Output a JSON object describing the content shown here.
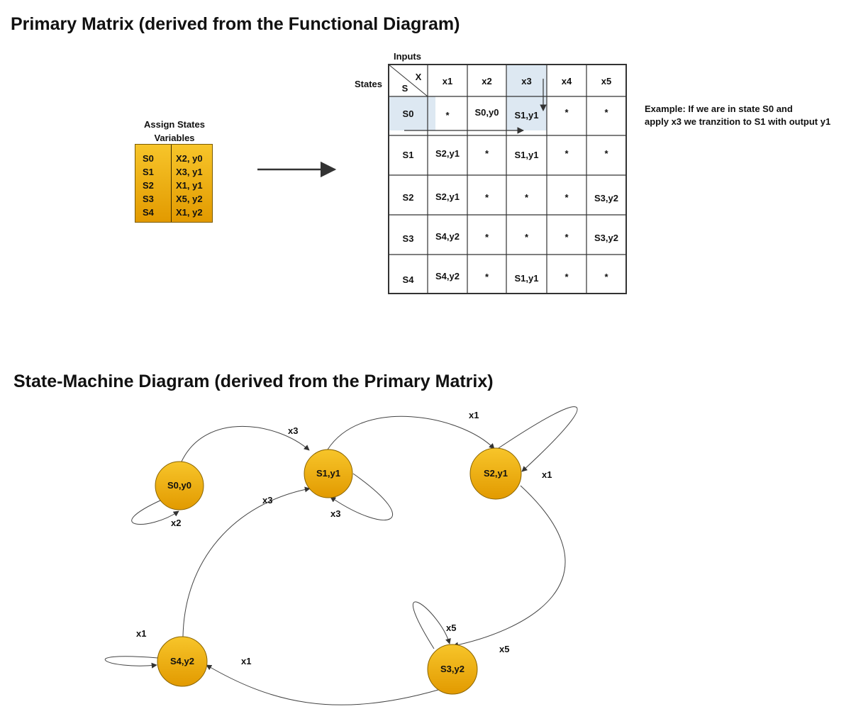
{
  "titles": {
    "primary": "Primary Matrix (derived from the Functional Diagram)",
    "state_machine": "State-Machine Diagram (derived from the Primary Matrix)"
  },
  "assign": {
    "title_line1": "Assign States",
    "title_line2": "Variables",
    "rows": [
      {
        "state": "S0",
        "value": "X2, y0"
      },
      {
        "state": "S1",
        "value": "X3, y1"
      },
      {
        "state": "S2",
        "value": "X1, y1"
      },
      {
        "state": "S3",
        "value": "X5, y2"
      },
      {
        "state": "S4",
        "value": "X1, y2"
      }
    ],
    "fill_top": "#f7c52a",
    "fill_bottom": "#e29a00"
  },
  "matrix": {
    "inputs_label": "Inputs",
    "states_label": "States",
    "corner_x": "X",
    "corner_s": "S",
    "columns": [
      "x1",
      "x2",
      "x3",
      "x4",
      "x5"
    ],
    "rows": [
      {
        "state": "S0",
        "cells": [
          "*",
          "S0,y0",
          "S1,y1",
          "*",
          "*"
        ]
      },
      {
        "state": "S1",
        "cells": [
          "S2,y1",
          "*",
          "S1,y1",
          "*",
          "*"
        ]
      },
      {
        "state": "S2",
        "cells": [
          "S2,y1",
          "*",
          "*",
          "*",
          "S3,y2"
        ]
      },
      {
        "state": "S3",
        "cells": [
          "S4,y2",
          "*",
          "*",
          "*",
          "S3,y2"
        ]
      },
      {
        "state": "S4",
        "cells": [
          "S4,y2",
          "*",
          "S1,y1",
          "*",
          "*"
        ]
      }
    ],
    "highlight_color": "#dde8f2"
  },
  "example": {
    "line1": "Example: If we are in state S0 and",
    "line2": "apply x3 we tranzition to S1 with output y1"
  },
  "state_machine": {
    "node_fill_top": "#f7c52a",
    "node_fill_bottom": "#e29a00",
    "nodes": [
      {
        "id": "s0",
        "label": "S0,y0"
      },
      {
        "id": "s1",
        "label": "S1,y1"
      },
      {
        "id": "s2",
        "label": "S2,y1"
      },
      {
        "id": "s3",
        "label": "S3,y2"
      },
      {
        "id": "s4",
        "label": "S4,y2"
      }
    ],
    "edges": [
      {
        "id": "s0-self",
        "label": "x2"
      },
      {
        "id": "s0-s1",
        "label": "x3"
      },
      {
        "id": "s1-self",
        "label": "x3"
      },
      {
        "id": "s1-s2",
        "label": "x1"
      },
      {
        "id": "s2-self",
        "label": "x1"
      },
      {
        "id": "s2-s3",
        "label": "x5"
      },
      {
        "id": "s3-self",
        "label": "x5"
      },
      {
        "id": "s3-s4",
        "label": "x1"
      },
      {
        "id": "s4-self",
        "label": "x1"
      },
      {
        "id": "s4-s1",
        "label": "x3"
      }
    ]
  }
}
